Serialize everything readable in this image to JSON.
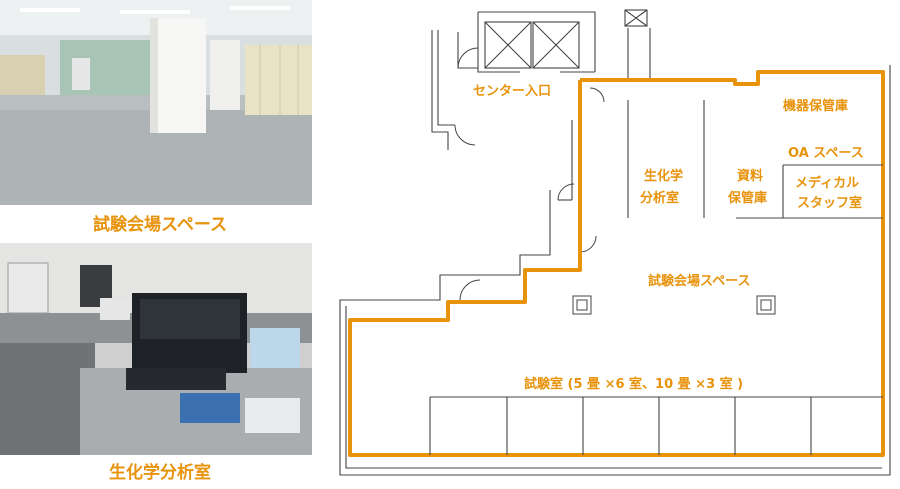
{
  "photos": [
    {
      "caption": "試験会場スペース"
    },
    {
      "caption": "生化学分析室"
    }
  ],
  "floor_plan": {
    "rooms": {
      "entrance": "センター入口",
      "equipment_storage": "機器保管庫",
      "oa_space": "OA スペース",
      "biochem_line1": "生化学",
      "biochem_line2": "分析室",
      "docs_line1": "資料",
      "docs_line2": "保管庫",
      "medical_line1": "メディカル",
      "medical_line2": "スタッフ室",
      "exam_space": "試験会場スペース",
      "exam_rooms": "試験室 (5 畳 ×6 室、10 畳 ×3 室 )"
    }
  },
  "colors": {
    "accent": "#e8930c",
    "wall": "#444444"
  }
}
